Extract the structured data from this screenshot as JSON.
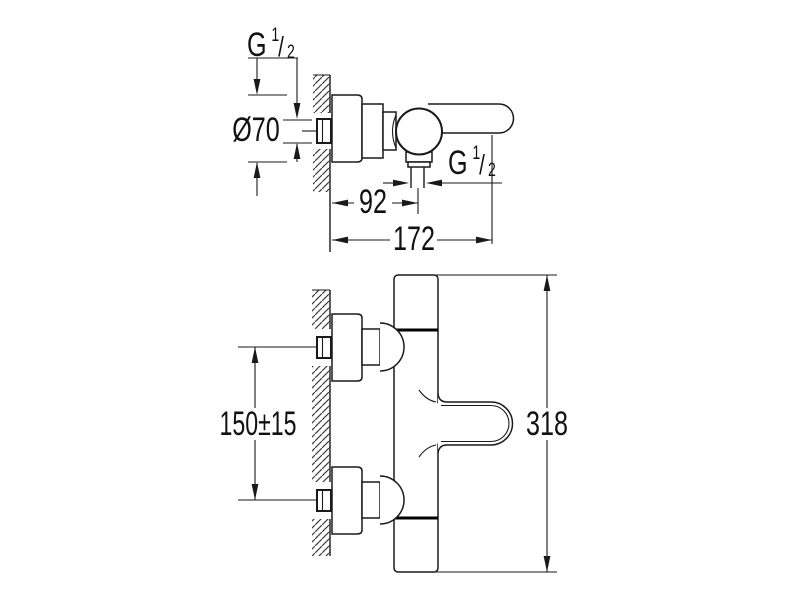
{
  "drawing": {
    "background": "#ffffff",
    "line_color": "#1a1a1a",
    "text_color": "#111111",
    "top_view": {
      "inlet_thread": {
        "g": "G",
        "sup": "1",
        "slash": "/",
        "sub": "2"
      },
      "flange_diameter": "Ø70",
      "outlet_thread": {
        "g": "G",
        "sup": "1",
        "slash": "/",
        "sub": "2"
      },
      "wall_to_outlet": "92",
      "wall_to_handle_tip": "172"
    },
    "front_view": {
      "inlet_spacing": "150±15",
      "total_height": "318"
    }
  }
}
